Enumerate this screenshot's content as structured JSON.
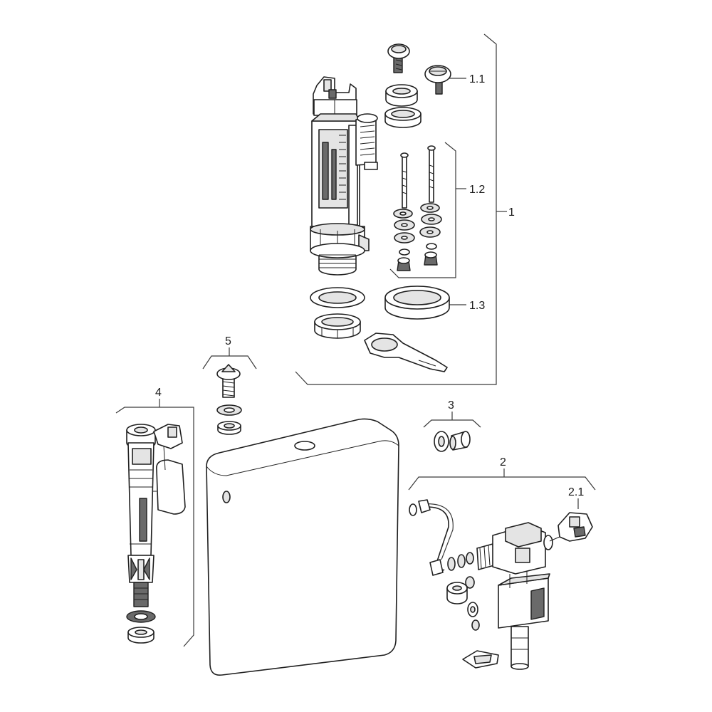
{
  "labels": {
    "assembly": "1",
    "push_button": "1.1",
    "screw_set": "1.2",
    "seal_set": "1.3",
    "fill_valve_side": "2",
    "valve_head": "2.1",
    "side_seal": "3",
    "fill_valve_bottom": "4",
    "fixing_screw": "5"
  }
}
